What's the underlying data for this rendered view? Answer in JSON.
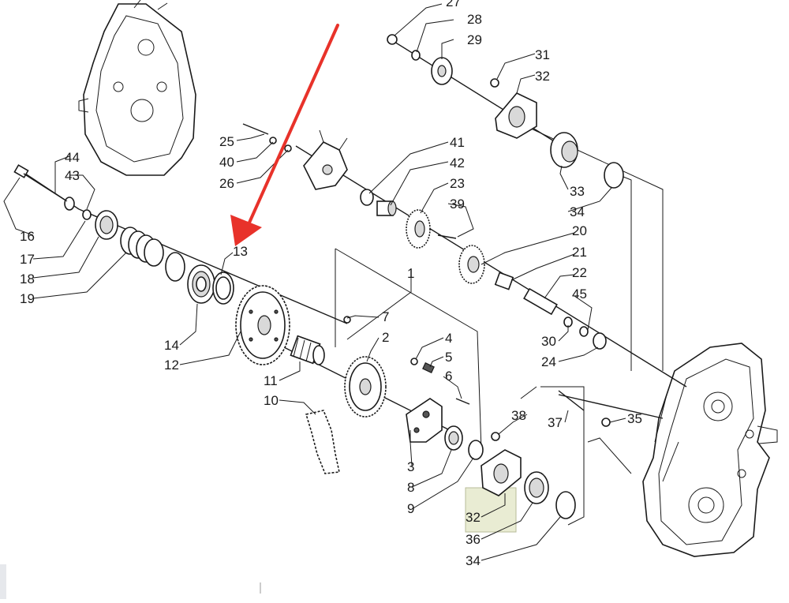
{
  "diagram": {
    "callouts": {
      "c27": "27",
      "c28": "28",
      "c29": "29",
      "c31": "31",
      "c32a": "32",
      "c44": "44",
      "c43": "43",
      "c25": "25",
      "c40": "40",
      "c26": "26",
      "c41": "41",
      "c42": "42",
      "c23": "23",
      "c39": "39",
      "c33": "33",
      "c34a": "34",
      "c16": "16",
      "c17": "17",
      "c18": "18",
      "c19": "19",
      "c13": "13",
      "c20": "20",
      "c21": "21",
      "c22": "22",
      "c45": "45",
      "c1": "1",
      "c7": "7",
      "c2": "2",
      "c4": "4",
      "c5": "5",
      "c6": "6",
      "c14": "14",
      "c12": "12",
      "c11": "11",
      "c30": "30",
      "c24": "24",
      "c10": "10",
      "c38": "38",
      "c37": "37",
      "c35": "35",
      "c3": "3",
      "c8": "8",
      "c9": "9",
      "c32b": "32",
      "c36": "36",
      "c34b": "34"
    },
    "colors": {
      "arrow": "#e8322a",
      "highlight": "#e9ecd3",
      "ink": "#1a1a1a"
    },
    "highlighted_part": "32",
    "arrow_target": "13"
  }
}
